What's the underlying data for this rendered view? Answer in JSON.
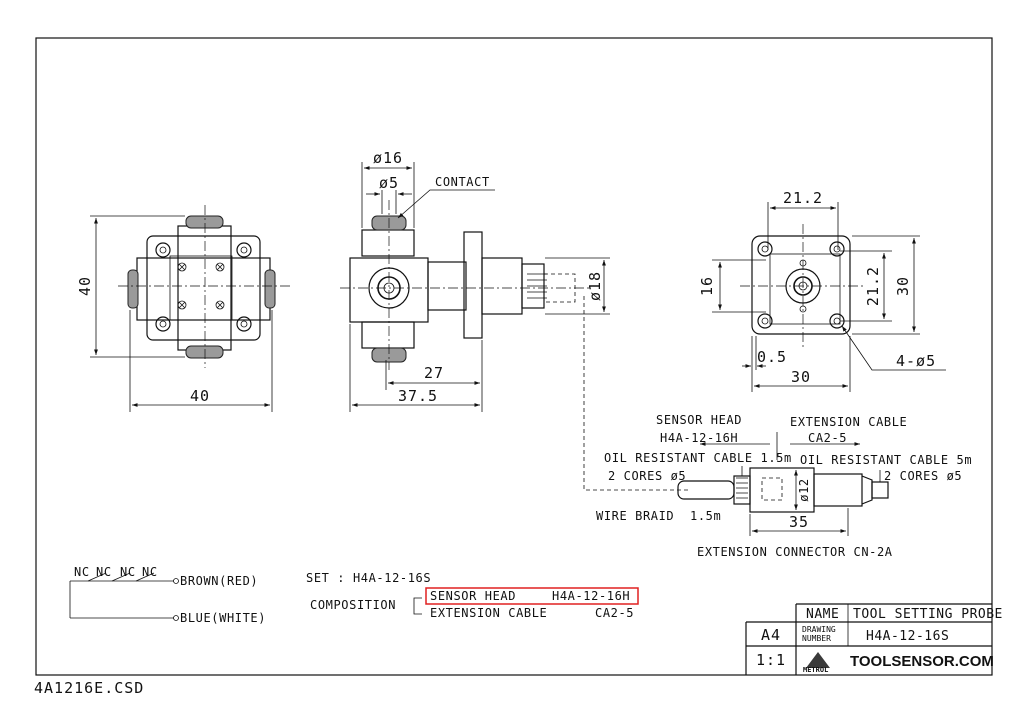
{
  "views": {
    "left": {
      "dim_height": "40",
      "dim_width": "40"
    },
    "side": {
      "dim_dia16": "ø16",
      "dim_dia5": "ø5",
      "contact_label": "CONTACT",
      "dim_dia18": "ø18",
      "dim_27": "27",
      "dim_375": "37.5"
    },
    "right": {
      "dim_212_top": "21.2",
      "dim_212_side": "21.2",
      "dim_16": "16",
      "dim_30_side": "30",
      "dim_05": "0.5",
      "dim_30_bottom": "30",
      "holes": "4-ø5"
    }
  },
  "cable": {
    "sensor_head": "SENSOR HEAD",
    "sensor_head_code": "H4A-12-16H",
    "extension_cable": "EXTENSION CABLE",
    "extension_code": "CA2-5",
    "oil_left": "OIL RESISTANT CABLE 1.5m",
    "cores_left": "2 CORES ø5",
    "oil_right": "OIL RESISTANT CABLE 5m",
    "cores_right": "2 CORES ø5",
    "dia12": "ø12",
    "braid": "WIRE BRAID",
    "braid_len": "1.5m",
    "dim_35": "35",
    "connector": "EXTENSION CONNECTOR CN-2A"
  },
  "wiring": {
    "nc": [
      "NC",
      "NC",
      "NC",
      "NC"
    ],
    "brown": "BROWN(RED)",
    "blue": "BLUE(WHITE)"
  },
  "set": {
    "set_line": "SET : H4A-12-16S",
    "composition": "COMPOSITION",
    "row1_name": "SENSOR HEAD",
    "row1_code": "H4A-12-16H",
    "row2_name": "EXTENSION CABLE",
    "row2_code": "CA2-5"
  },
  "title_block": {
    "name_label": "NAME",
    "name_value": "TOOL SETTING PROBE",
    "drawing_label_1": "DRAWING",
    "drawing_label_2": "NUMBER",
    "drawing_value": "H4A-12-16S",
    "size": "A4",
    "scale": "1:1",
    "logo_text": "METROL",
    "brand": "TOOLSENSOR.COM"
  },
  "footer": {
    "filename": "4A1216E.CSD"
  },
  "colors": {
    "highlight": "#e02020",
    "line": "#111111"
  }
}
